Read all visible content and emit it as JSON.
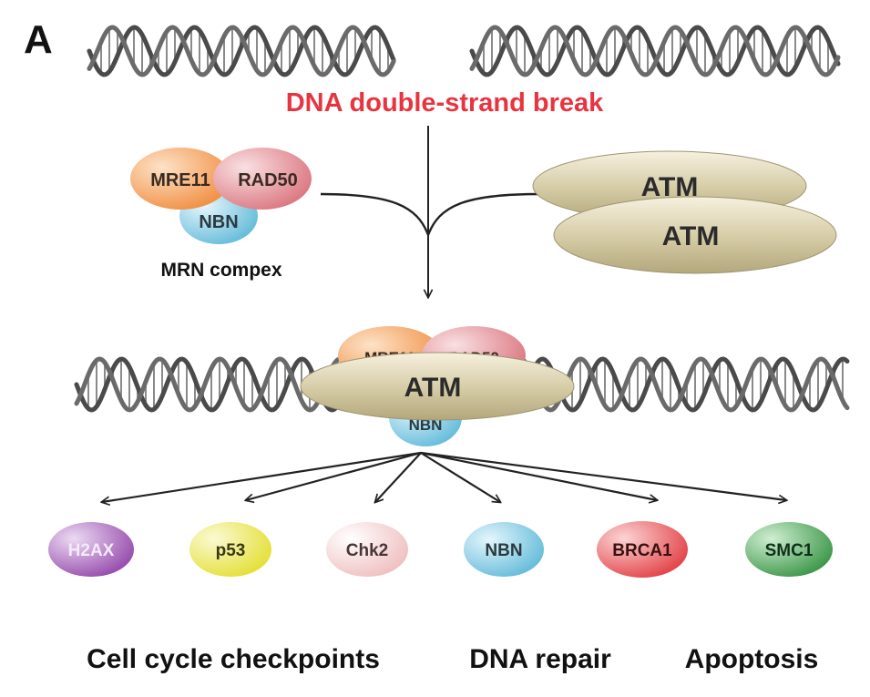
{
  "panel_letter": "A",
  "break_label": "DNA double-strand break",
  "mrn": {
    "mre11": "MRE11",
    "rad50": "RAD50",
    "nbn": "NBN",
    "complex_label": "MRN compex"
  },
  "atm_dimer": {
    "top": "ATM",
    "bottom": "ATM"
  },
  "bound_complex": {
    "mre11": "MRE11",
    "rad50": "RAD50",
    "nbn": "NBN",
    "atm": "ATM"
  },
  "targets": [
    "H2AX",
    "p53",
    "Chk2",
    "NBN",
    "BRCA1",
    "SMC1"
  ],
  "outcomes": [
    "Cell cycle checkpoints",
    "DNA repair",
    "Apoptosis"
  ],
  "colors": {
    "break_text": "#e8343f",
    "mre11": "#f08a3a",
    "rad50": "#d9707a",
    "nbn": "#6cc4e0",
    "atm": "#c9bf9a",
    "h2ax": "#9a4fae",
    "p53": "#e7e44a",
    "chk2": "#f2cbcb",
    "brca1": "#e5484c",
    "smc1": "#3f9e4c"
  }
}
